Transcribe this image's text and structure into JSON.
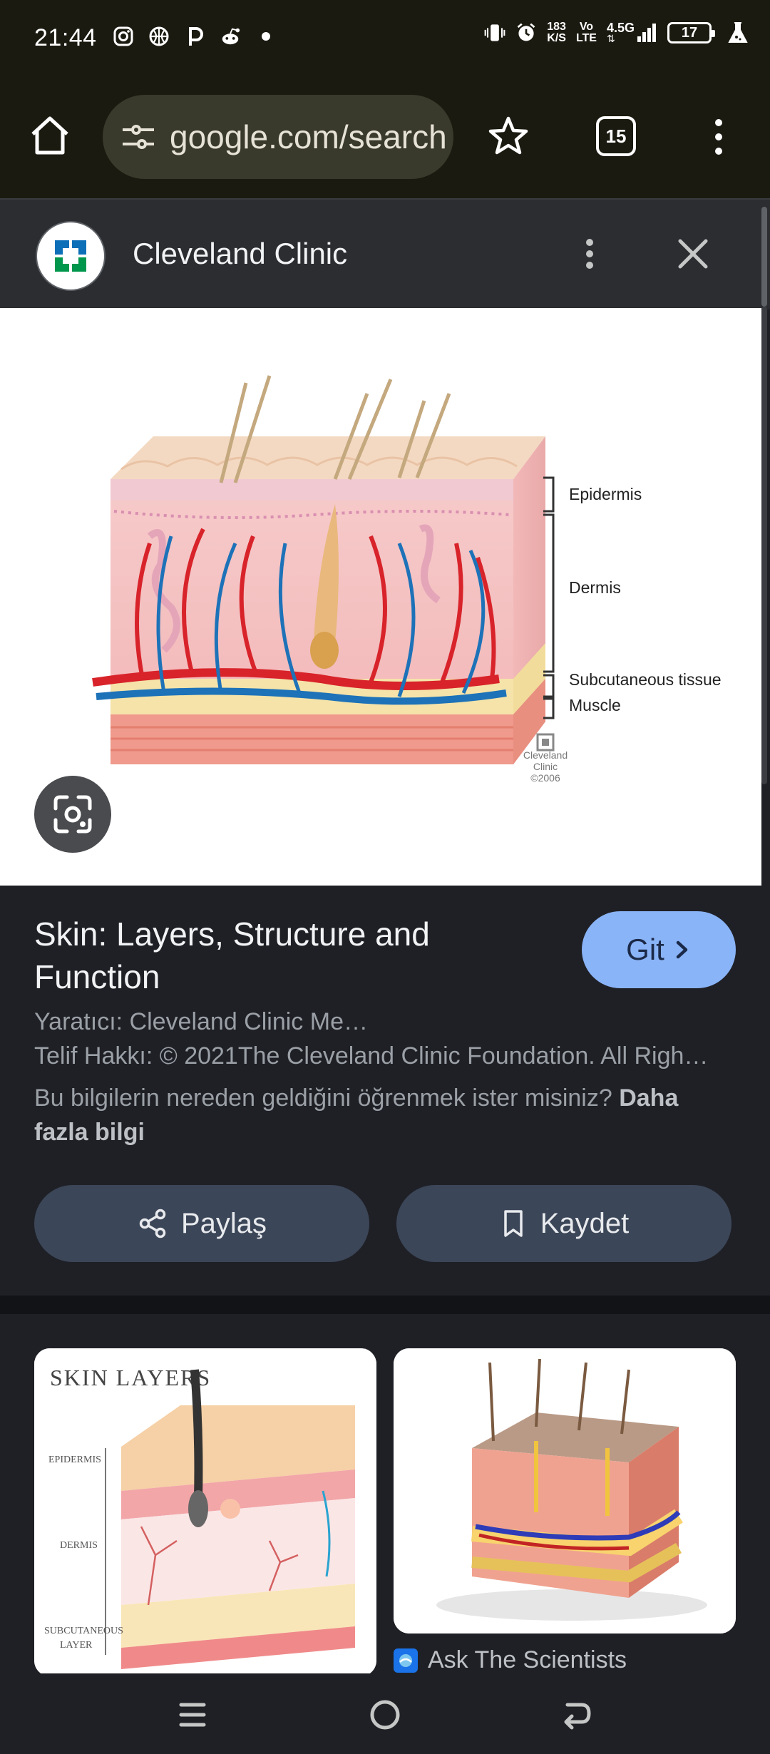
{
  "status_bar": {
    "time": "21:44",
    "net_speed_top": "183",
    "net_speed_bottom": "K/S",
    "volte_top": "Vo",
    "volte_bottom": "LTE",
    "network": "4.5G",
    "battery": "17",
    "left_icons": [
      "instagram-icon",
      "basketball-icon",
      "pinterest-p-icon",
      "reddit-icon",
      "dot-icon"
    ],
    "right_icons": [
      "vibrate-icon",
      "alarm-icon",
      "signal-icon",
      "battery-icon",
      "flask-icon"
    ]
  },
  "browser": {
    "url": "google.com/search",
    "tab_count": "15",
    "icons": [
      "home-icon",
      "tune-icon",
      "star-icon",
      "more-vert-icon"
    ]
  },
  "source": {
    "name": "Cleveland Clinic",
    "icons": [
      "cleveland-clinic-logo",
      "more-vert-icon",
      "close-icon"
    ]
  },
  "image": {
    "labels": {
      "epidermis": "Epidermis",
      "dermis": "Dermis",
      "subcutaneous": "Subcutaneous tissue",
      "muscle": "Muscle"
    },
    "watermark_line1": "Cleveland",
    "watermark_line2": "Clinic",
    "watermark_year": "©2006"
  },
  "result": {
    "title": "Skin: Layers, Structure and Function",
    "visit_label": "Git",
    "creator": "Yaratıcı: Cleveland Clinic Me…",
    "copyright": "Telif Hakkı: © 2021The Cleveland Clinic Foundation. All Righ…",
    "learn_prefix": "Bu bilgilerin nereden geldiğini öğrenmek ister misiniz?",
    "learn_link": "Daha fazla bilgi",
    "share_label": "Paylaş",
    "save_label": "Kaydet"
  },
  "related": {
    "card1_title": "SKIN LAYERS",
    "card1_labels": [
      "EPIDERMIS",
      "DERMIS",
      "SUBCUTANEOUS",
      "LAYER"
    ],
    "card2_source": "Ask The Scientists"
  },
  "colors": {
    "background": "#1f2026",
    "toolbar": "#1b1a10",
    "accent": "#8ab4f8",
    "action_button": "#3b4658"
  }
}
